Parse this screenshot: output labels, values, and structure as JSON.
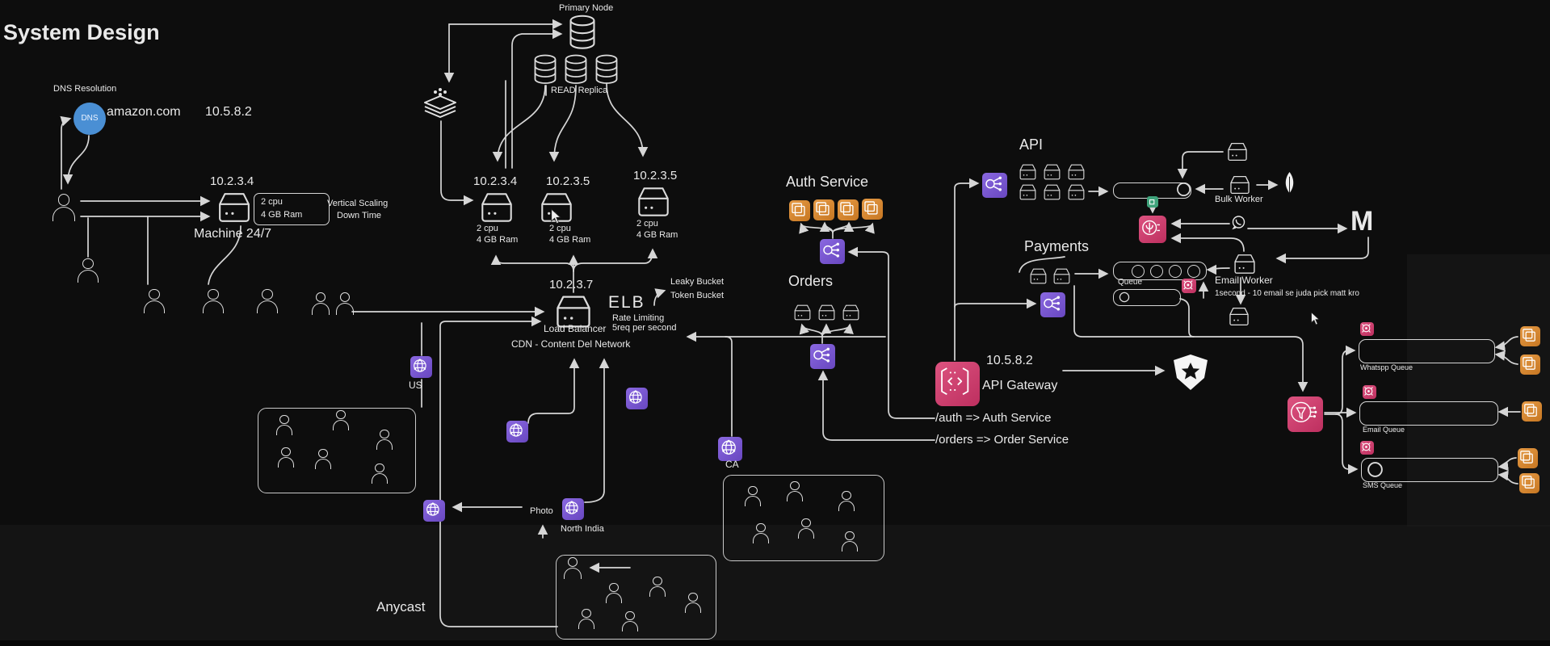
{
  "canvas": {
    "title": "System Design"
  },
  "dns": {
    "label": "DNS Resolution",
    "badge": "DNS",
    "domain": "amazon.com",
    "ip": "10.5.8.2"
  },
  "machine": {
    "ip": "10.2.3.4",
    "cpu": "2 cpu",
    "ram": "4 GB Ram",
    "name": "Machine 24/7",
    "scaling_note_1": "Vertical Scaling",
    "scaling_note_2": "Down Time"
  },
  "database": {
    "primary": "Primary Node",
    "replica": "READ Replica"
  },
  "servers": [
    {
      "ip": "10.2.3.4",
      "cpu": "2 cpu",
      "ram": "4 GB Ram"
    },
    {
      "ip": "10.2.3.5",
      "cpu": "2 cpu",
      "ram": "4 GB Ram"
    },
    {
      "ip": "10.2.3.5",
      "cpu": "2 cpu",
      "ram": "4 GB Ram"
    }
  ],
  "load_balancer": {
    "ip": "10.2.3.7",
    "title": "ELB",
    "rate_line1": "Rate Limiting",
    "rate_line2": "5req per second",
    "caption": "Load Balancer",
    "leaky": "Leaky Bucket",
    "token": "Token Bucket",
    "cdn": "CDN - Content Del Network"
  },
  "regions": {
    "us": "US",
    "ca": "CA",
    "photo": "Photo",
    "north_india": "North India",
    "anycast": "Anycast"
  },
  "auth_service": {
    "title": "Auth Service"
  },
  "orders": {
    "title": "Orders"
  },
  "api": {
    "title": "API",
    "queue_label": "Queue",
    "bulk_worker": "Bulk Worker",
    "email_worker": "Email Worker",
    "email_note": "1second - 10 email se juda pick matt kro",
    "mail_logo": "M"
  },
  "payments": {
    "title": "Payments"
  },
  "gateway": {
    "ip": "10.5.8.2",
    "name": "API Gateway",
    "route_auth": "/auth => Auth Service",
    "route_orders": "/orders => Order Service"
  },
  "notification_queues": {
    "whatsapp": "Whatspp Queue",
    "email": "Email Queue",
    "sms": "SMS Queue"
  },
  "colors": {
    "background": "#0d0d0d",
    "stroke": "#d6d6d6",
    "purple": "#7a5cd0",
    "orange": "#d98a35",
    "pink": "#d2446e",
    "green": "#3fa37b",
    "blue": "#4a8fd4"
  }
}
